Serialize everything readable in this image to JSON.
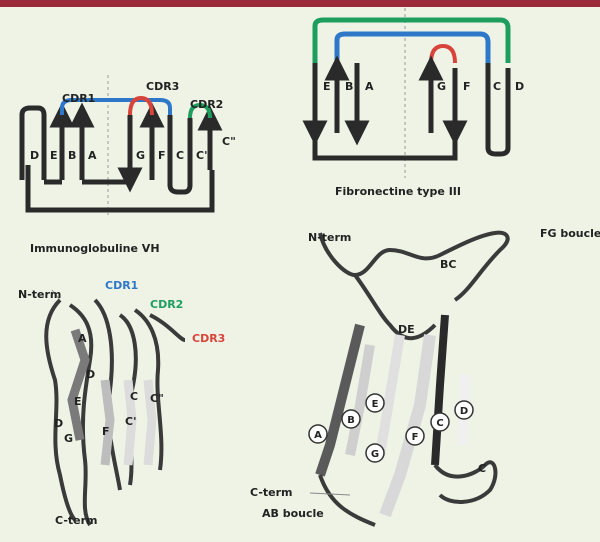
{
  "colors": {
    "topbar": "#9b2b3b",
    "background": "#eef3e6",
    "cdr1": "#2d78c8",
    "cdr2": "#1e9e5e",
    "cdr3": "#d8443a",
    "strand": "#2a2a2a"
  },
  "vh_topology": {
    "caption": "Immunoglobuline VH",
    "loops": {
      "cdr1": "CDR1",
      "cdr2": "CDR2",
      "cdr3": "CDR3"
    },
    "strands": [
      "D",
      "E",
      "B",
      "A",
      "G",
      "F",
      "C",
      "C'",
      "C\""
    ]
  },
  "fn3_topology": {
    "caption": "Fibronectine type III",
    "strands": [
      "E",
      "B",
      "A",
      "G",
      "F",
      "C",
      "D"
    ]
  },
  "vh_structure": {
    "nterm": "N-term",
    "cterm": "C-term",
    "cdr1": "CDR1",
    "cdr2": "CDR2",
    "cdr3": "CDR3",
    "strands": [
      "A",
      "D",
      "E",
      "D",
      "G",
      "F",
      "C",
      "C'",
      "C\""
    ]
  },
  "fn3_structure": {
    "nterm": "N-term",
    "cterm": "C-term",
    "fg_loop": "FG boucle",
    "bc": "BC",
    "de": "DE",
    "ab_loop": "AB boucle",
    "strands": [
      "A",
      "B",
      "E",
      "G",
      "F",
      "C",
      "D",
      "C"
    ]
  }
}
